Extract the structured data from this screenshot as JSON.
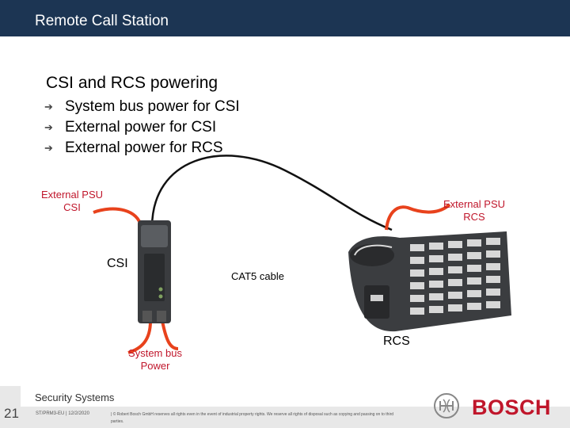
{
  "header": {
    "title": "Remote Call Station"
  },
  "slide": {
    "title": "CSI and RCS powering",
    "bullets": [
      "System bus power for CSI",
      "External power for CSI",
      "External power for RCS"
    ]
  },
  "labels": {
    "ext_psu_csi": [
      "External PSU",
      "CSI"
    ],
    "ext_psu_rcs": [
      "External PSU",
      "RCS"
    ],
    "csi": "CSI",
    "cat5": "CAT5 cable",
    "rcs": "RCS",
    "system_bus": [
      "System bus",
      "Power"
    ]
  },
  "footer": {
    "section": "Security Systems",
    "page_number": "21",
    "info": "ST/PRM3-EU | 12/2/2020",
    "copyright": "| © Robert Bosch GmbH reserves all rights even in the event of industrial property rights. We reserve all rights of disposal such as copying and passing on to third parties.",
    "brand": "BOSCH"
  },
  "colors": {
    "header": "#1c3553",
    "accent_red": "#c0162b",
    "cable": "#e8421c"
  }
}
